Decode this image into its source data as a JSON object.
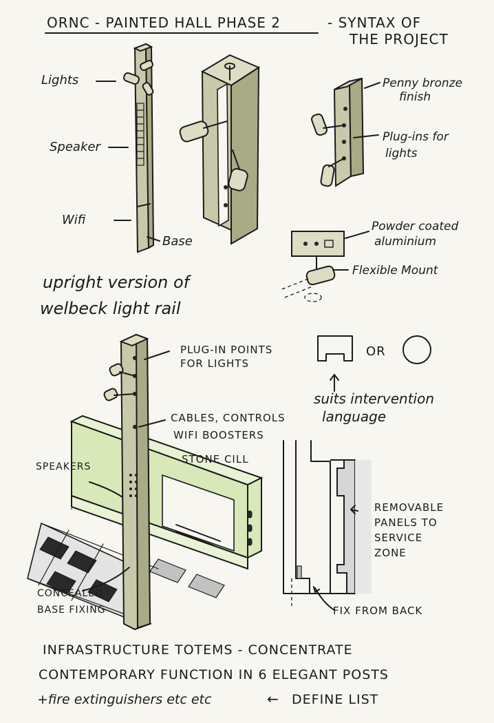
{
  "title": {
    "line1": "ORNC - PAINTED HALL PHASE 2",
    "line1_suffix": "- SYNTAX OF",
    "line2": "THE PROJECT"
  },
  "sketch1": {
    "labels": {
      "lights": "Lights",
      "speaker": "Speaker",
      "wifi": "Wifi",
      "base": "Base"
    },
    "caption_line1": "upright version of",
    "caption_line2": "welbeck light rail"
  },
  "sketch3": {
    "labels": {
      "finish_line1": "Penny bronze",
      "finish_line2": "finish",
      "plugins_line1": "Plug-ins for",
      "plugins_line2": "lights",
      "powder_line1": "Powder coated",
      "powder_line2": "aluminium",
      "mount": "Flexible Mount"
    }
  },
  "section_options": {
    "or_label": "OR",
    "caption_line1": "suits intervention",
    "caption_line2": "language"
  },
  "sketch4": {
    "labels": {
      "plugin_line1": "PLUG-IN POINTS",
      "plugin_line2": "FOR LIGHTS",
      "cables_line1": "CABLES, CONTROLS",
      "cables_line2": "WIFI BOOSTERS",
      "stone": "STONE CILL",
      "speakers": "SPEAKERS",
      "concealed_line1": "CONCEALED",
      "concealed_line2": "BASE FIXING"
    }
  },
  "sketch5": {
    "labels": {
      "removable_line1": "REMOVABLE",
      "removable_line2": "PANELS TO",
      "removable_line3": "SERVICE",
      "removable_line4": "ZONE",
      "fix": "FIX FROM BACK"
    }
  },
  "footer": {
    "line1": "INFRASTRUCTURE TOTEMS - CONCENTRATE",
    "line2": "CONTEMPORARY FUNCTION IN 6 ELEGANT POSTS",
    "line3_prefix": "+fire extinguishers etc etc",
    "line3_arrow": "←",
    "line3_suffix": "DEFINE LIST"
  },
  "colors": {
    "paper": "#f7f6f1",
    "ink": "#1a1a1a",
    "bronze": "#c8c9aa",
    "wall_green": "#d9e8b8"
  }
}
